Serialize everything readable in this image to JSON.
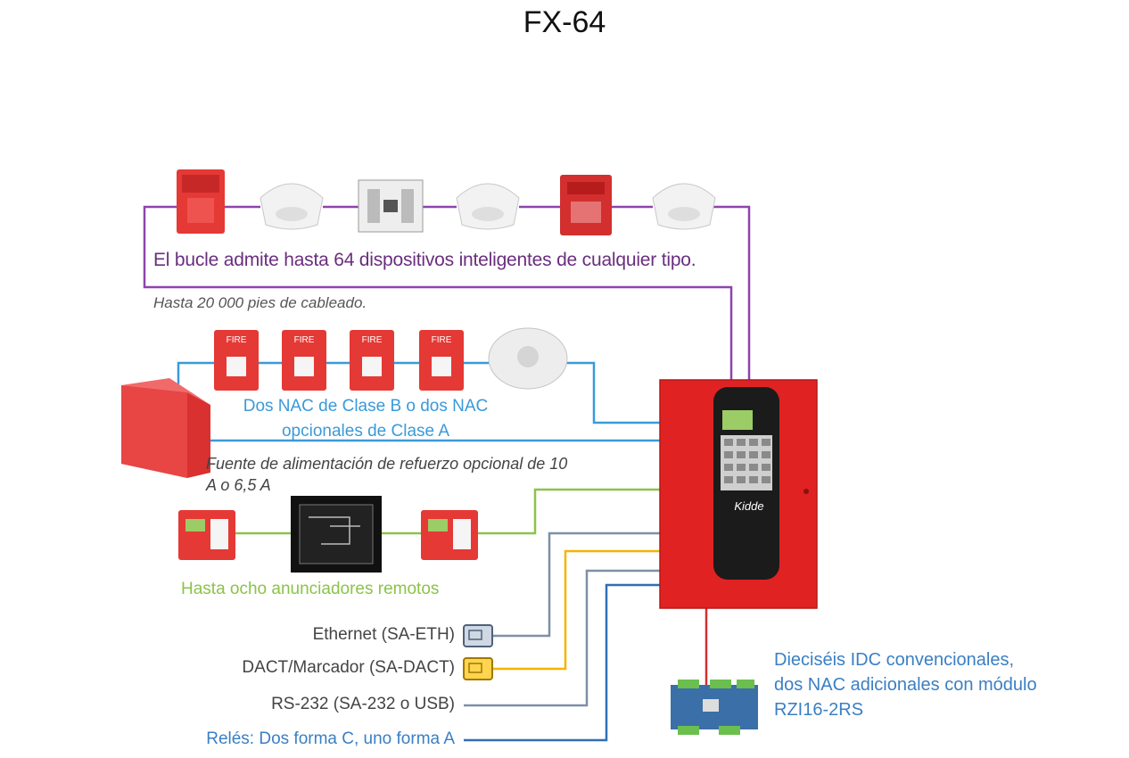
{
  "title": "FX-64",
  "loop_label": "El bucle admite hasta 64 dispositivos inteligentes de cualquier tipo.",
  "wiring_label": "Hasta 20 000 pies de cableado.",
  "nac_label": "Dos NAC de Clase B o dos NAC opcionales de Clase A",
  "power_label": "Fuente de alimentación de refuerzo opcional de 10 A o 6,5 A",
  "annunciator_label": "Hasta ocho anunciadores remotos",
  "connections": {
    "ethernet": "Ethernet (SA-ETH)",
    "dact": "DACT/Marcador (SA-DACT)",
    "rs232": "RS-232 (SA-232 o USB)",
    "relays": "Relés: Dos forma C, uno forma A"
  },
  "idc_label": "Dieciséis IDC convencionales, dos NAC adicionales con módulo RZI16-2RS",
  "panel_brand": "Kidde",
  "strobe_text": "FIRE",
  "colors": {
    "loop": "#8e44ad",
    "nac": "#3a9ad9",
    "annunciator": "#8bc34a",
    "ethernet": "#7d8fa8",
    "dact": "#f5b400",
    "rs232": "#7d8fa8",
    "relays": "#2f6fb3",
    "module": "#d32f2f",
    "panel": "#e02222"
  }
}
